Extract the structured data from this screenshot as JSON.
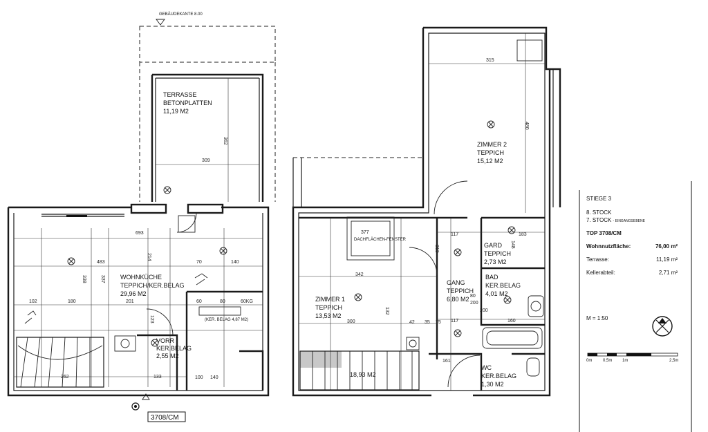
{
  "plan": {
    "title_terrace": "TERRASSE",
    "terrace_floor": "BETONPLATTEN",
    "terrace_area": "11,19 M2",
    "building_edge": "GEBÄUDEKANTE 8.00",
    "rooms": {
      "wohnkueche": {
        "name": "WOHNKÜCHE",
        "floor": "TEPPICH/KER.BELAG",
        "area": "29,96 M2"
      },
      "vorr": {
        "name": "VORR",
        "floor": "KER.BELAG",
        "area": "2,55 M2"
      },
      "zimmer2": {
        "name": "ZIMMER 2",
        "floor": "TEPPICH",
        "area": "15,12 M2"
      },
      "zimmer1": {
        "name": "ZIMMER 1",
        "floor": "TEPPICH",
        "area": "13,53 M2"
      },
      "gang": {
        "name": "GANG",
        "floor": "TEPPICH",
        "area": "6,80 M2"
      },
      "gard": {
        "name": "GARD",
        "floor": "TEPPICH",
        "area": "2,73 M2"
      },
      "bad": {
        "name": "BAD",
        "floor": "KER.BELAG",
        "area": "4,01 M2"
      },
      "wc": {
        "name": "WC",
        "floor": "KER.BELAG",
        "area": "1,30 M2"
      },
      "stair_lower": {
        "area": "18,93 M2"
      },
      "kitchen_niche": {
        "floor": "(KER. BELAG 4,87 M2)"
      }
    },
    "unit_tag": "3708/CM",
    "roof_window": "DACHFLÄCHEN-FENSTER",
    "dims": {
      "d309": "309",
      "d362": "362",
      "d693": "693",
      "d214": "214",
      "d483": "483",
      "d338": "338",
      "d337": "337",
      "d70": "70",
      "d140a": "140",
      "d102": "102",
      "d180": "180",
      "d201": "201",
      "d60": "60",
      "d80": "80",
      "d60kg": "60KG",
      "d100": "100",
      "d140b": "140",
      "d123": "123",
      "d133": "133",
      "d262": "262",
      "d315": "315",
      "d480": "480",
      "d117a": "117",
      "d183": "183",
      "d377": "377",
      "d342": "342",
      "d300": "300",
      "d132": "132",
      "d148": "148",
      "d35": "35",
      "d75": "75",
      "d42": "42",
      "d117b": "117",
      "d160": "160",
      "d161": "161",
      "d200a": "200",
      "d200b": "200",
      "d213": "213",
      "d80b": "80"
    }
  },
  "legend": {
    "stiege": "STIEGE 3",
    "stock8": "8. STOCK",
    "stock7": "7. STOCK",
    "stock7_note": "- EINGANGSEBENE",
    "top": "TOP 3708/CM",
    "rows": [
      {
        "label": "Wohnnutzfläche:",
        "value": "76,00 m²"
      },
      {
        "label": "Terrasse:",
        "value": "11,19 m²"
      },
      {
        "label": "Kellerabteil:",
        "value": "2,71 m²"
      }
    ],
    "scale": "M = 1:50",
    "scale_ticks": [
      "0m",
      "0,5m",
      "1m",
      "2,5m"
    ]
  }
}
